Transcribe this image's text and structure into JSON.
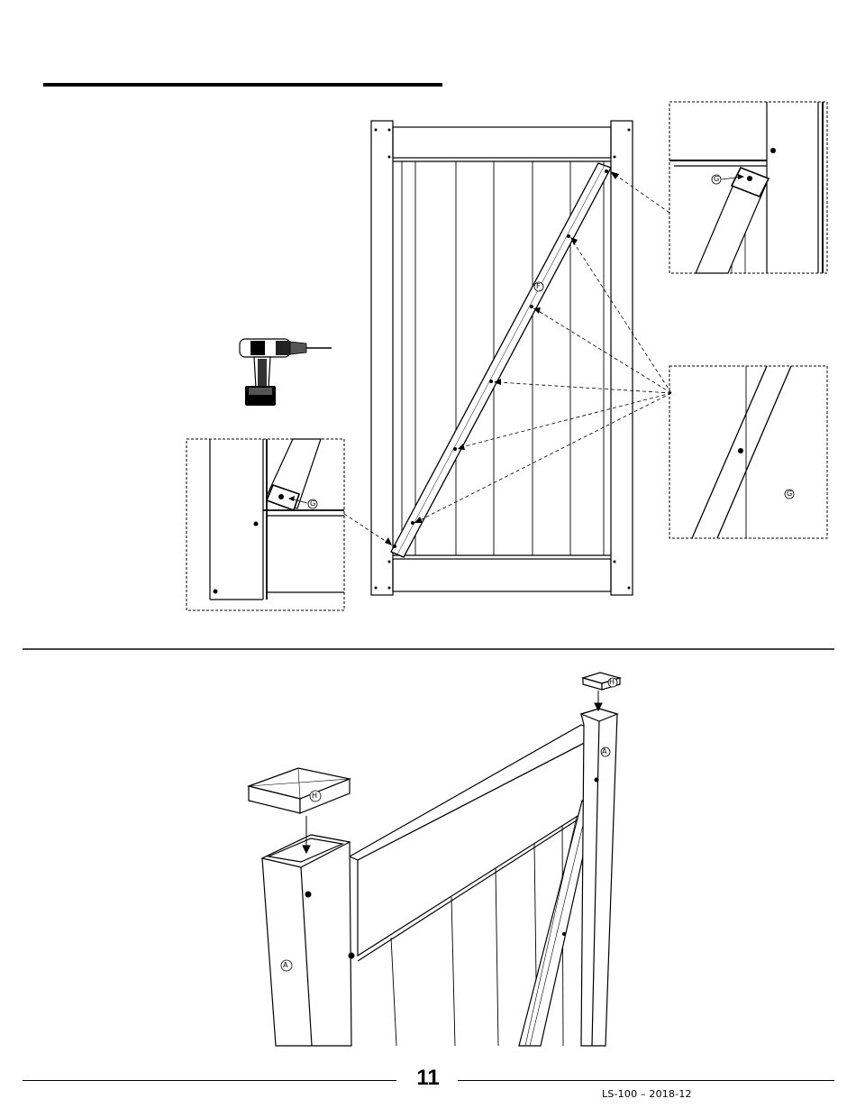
{
  "callouts": {
    "bracket_top": "G",
    "brace_mid": "F",
    "bracket_bottom": "G",
    "detail_mid": "G",
    "post_left": "A",
    "post_right": "A",
    "cap_left": "H",
    "cap_right": "H"
  },
  "footer": {
    "page_number": "11",
    "doc_code": "LS-100 – 2018-12"
  },
  "icons": {
    "drill": "power-drill-icon"
  }
}
